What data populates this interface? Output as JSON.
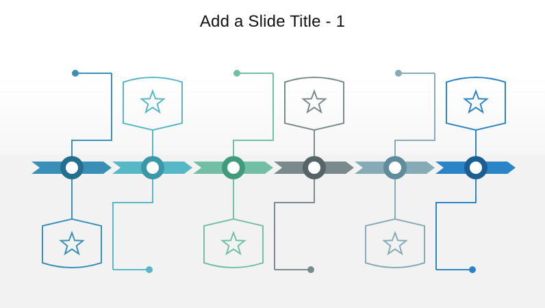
{
  "slide": {
    "title": "Add a Slide Title - 1"
  },
  "timeline": {
    "steps": [
      {
        "color": "#3a8fb7",
        "ring": "#246e8e",
        "shield": "bottom",
        "icon": "star-icon"
      },
      {
        "color": "#56b7c6",
        "ring": "#3a98a8",
        "shield": "top",
        "icon": "star-icon"
      },
      {
        "color": "#72bfa6",
        "ring": "#3f9b7b",
        "shield": "bottom",
        "icon": "star-icon"
      },
      {
        "color": "#7a8a8c",
        "ring": "#556466",
        "shield": "top",
        "icon": "star-icon"
      },
      {
        "color": "#86aab6",
        "ring": "#5f8c9a",
        "shield": "bottom",
        "icon": "star-icon"
      },
      {
        "color": "#2b84c6",
        "ring": "#1b5f92",
        "shield": "top",
        "icon": "star-icon"
      }
    ]
  }
}
